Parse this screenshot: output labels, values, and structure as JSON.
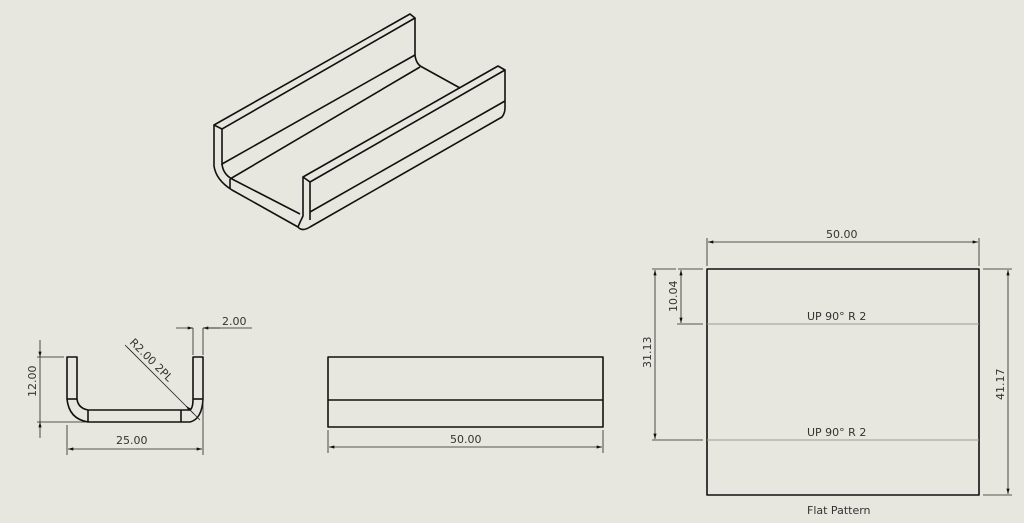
{
  "section_view": {
    "dim_width": "25.00",
    "dim_height": "12.00",
    "dim_thickness": "2.00",
    "dim_radius": "R2.00 2PL"
  },
  "front_view": {
    "dim_length": "50.00"
  },
  "flat_pattern": {
    "title": "Flat Pattern",
    "dim_width": "50.00",
    "dim_height": "41.17",
    "dim_bend1": "10.04",
    "dim_bend2": "31.13",
    "bend1_note": "UP  90°  R 2",
    "bend2_note": "UP  90°  R 2"
  },
  "colors": {
    "background": "#e8e7df",
    "lines": "#111111",
    "bend_lines": "#999999"
  }
}
